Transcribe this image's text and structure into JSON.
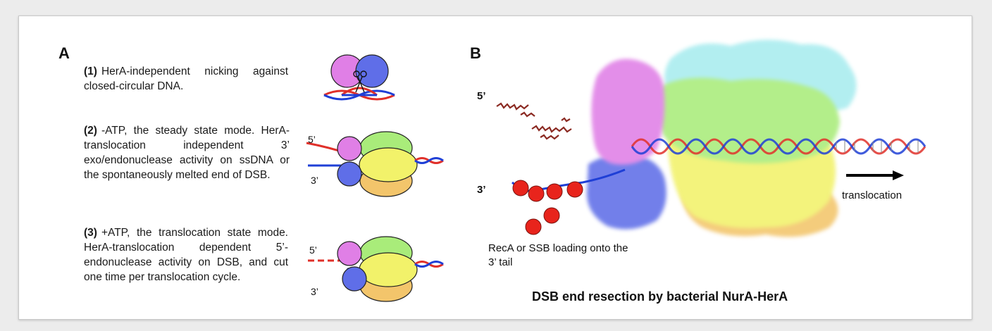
{
  "panel_a": {
    "label": "A",
    "steps": [
      {
        "num": "(1)",
        "text": "HerA-independent nicking against closed-circular DNA."
      },
      {
        "num": "(2)",
        "text": "-ATP, the steady state mode. HerA-translocation independent 3’ exo/endonuclease activity on ssDNA or the spontaneously melted end of DSB."
      },
      {
        "num": "(3)",
        "text": "+ATP, the translocation state mode. HerA-translocation dependent 5’-endonuclease activity on DSB, and cut one time per translocation cycle."
      }
    ],
    "end_labels": {
      "five": "5’",
      "three": "3’"
    }
  },
  "panel_b": {
    "label": "B",
    "five_prime": "5’",
    "three_prime": "3’",
    "translocation": "translocation",
    "loading_note": "RecA or SSB loading onto the 3’ tail",
    "title": "DSB end resection by bacterial NurA-HerA"
  },
  "colors": {
    "nura_pink": "#e07fe6",
    "nura_blue": "#5f6ee8",
    "hera_green": "#a9ec7a",
    "hera_yellow": "#f2f26a",
    "hera_orange": "#f3c56b",
    "dna_red": "#e0302a",
    "dna_blue": "#1f3fd6",
    "cyan_density": "#a8ecef",
    "ssb_red": "#e8241c"
  }
}
